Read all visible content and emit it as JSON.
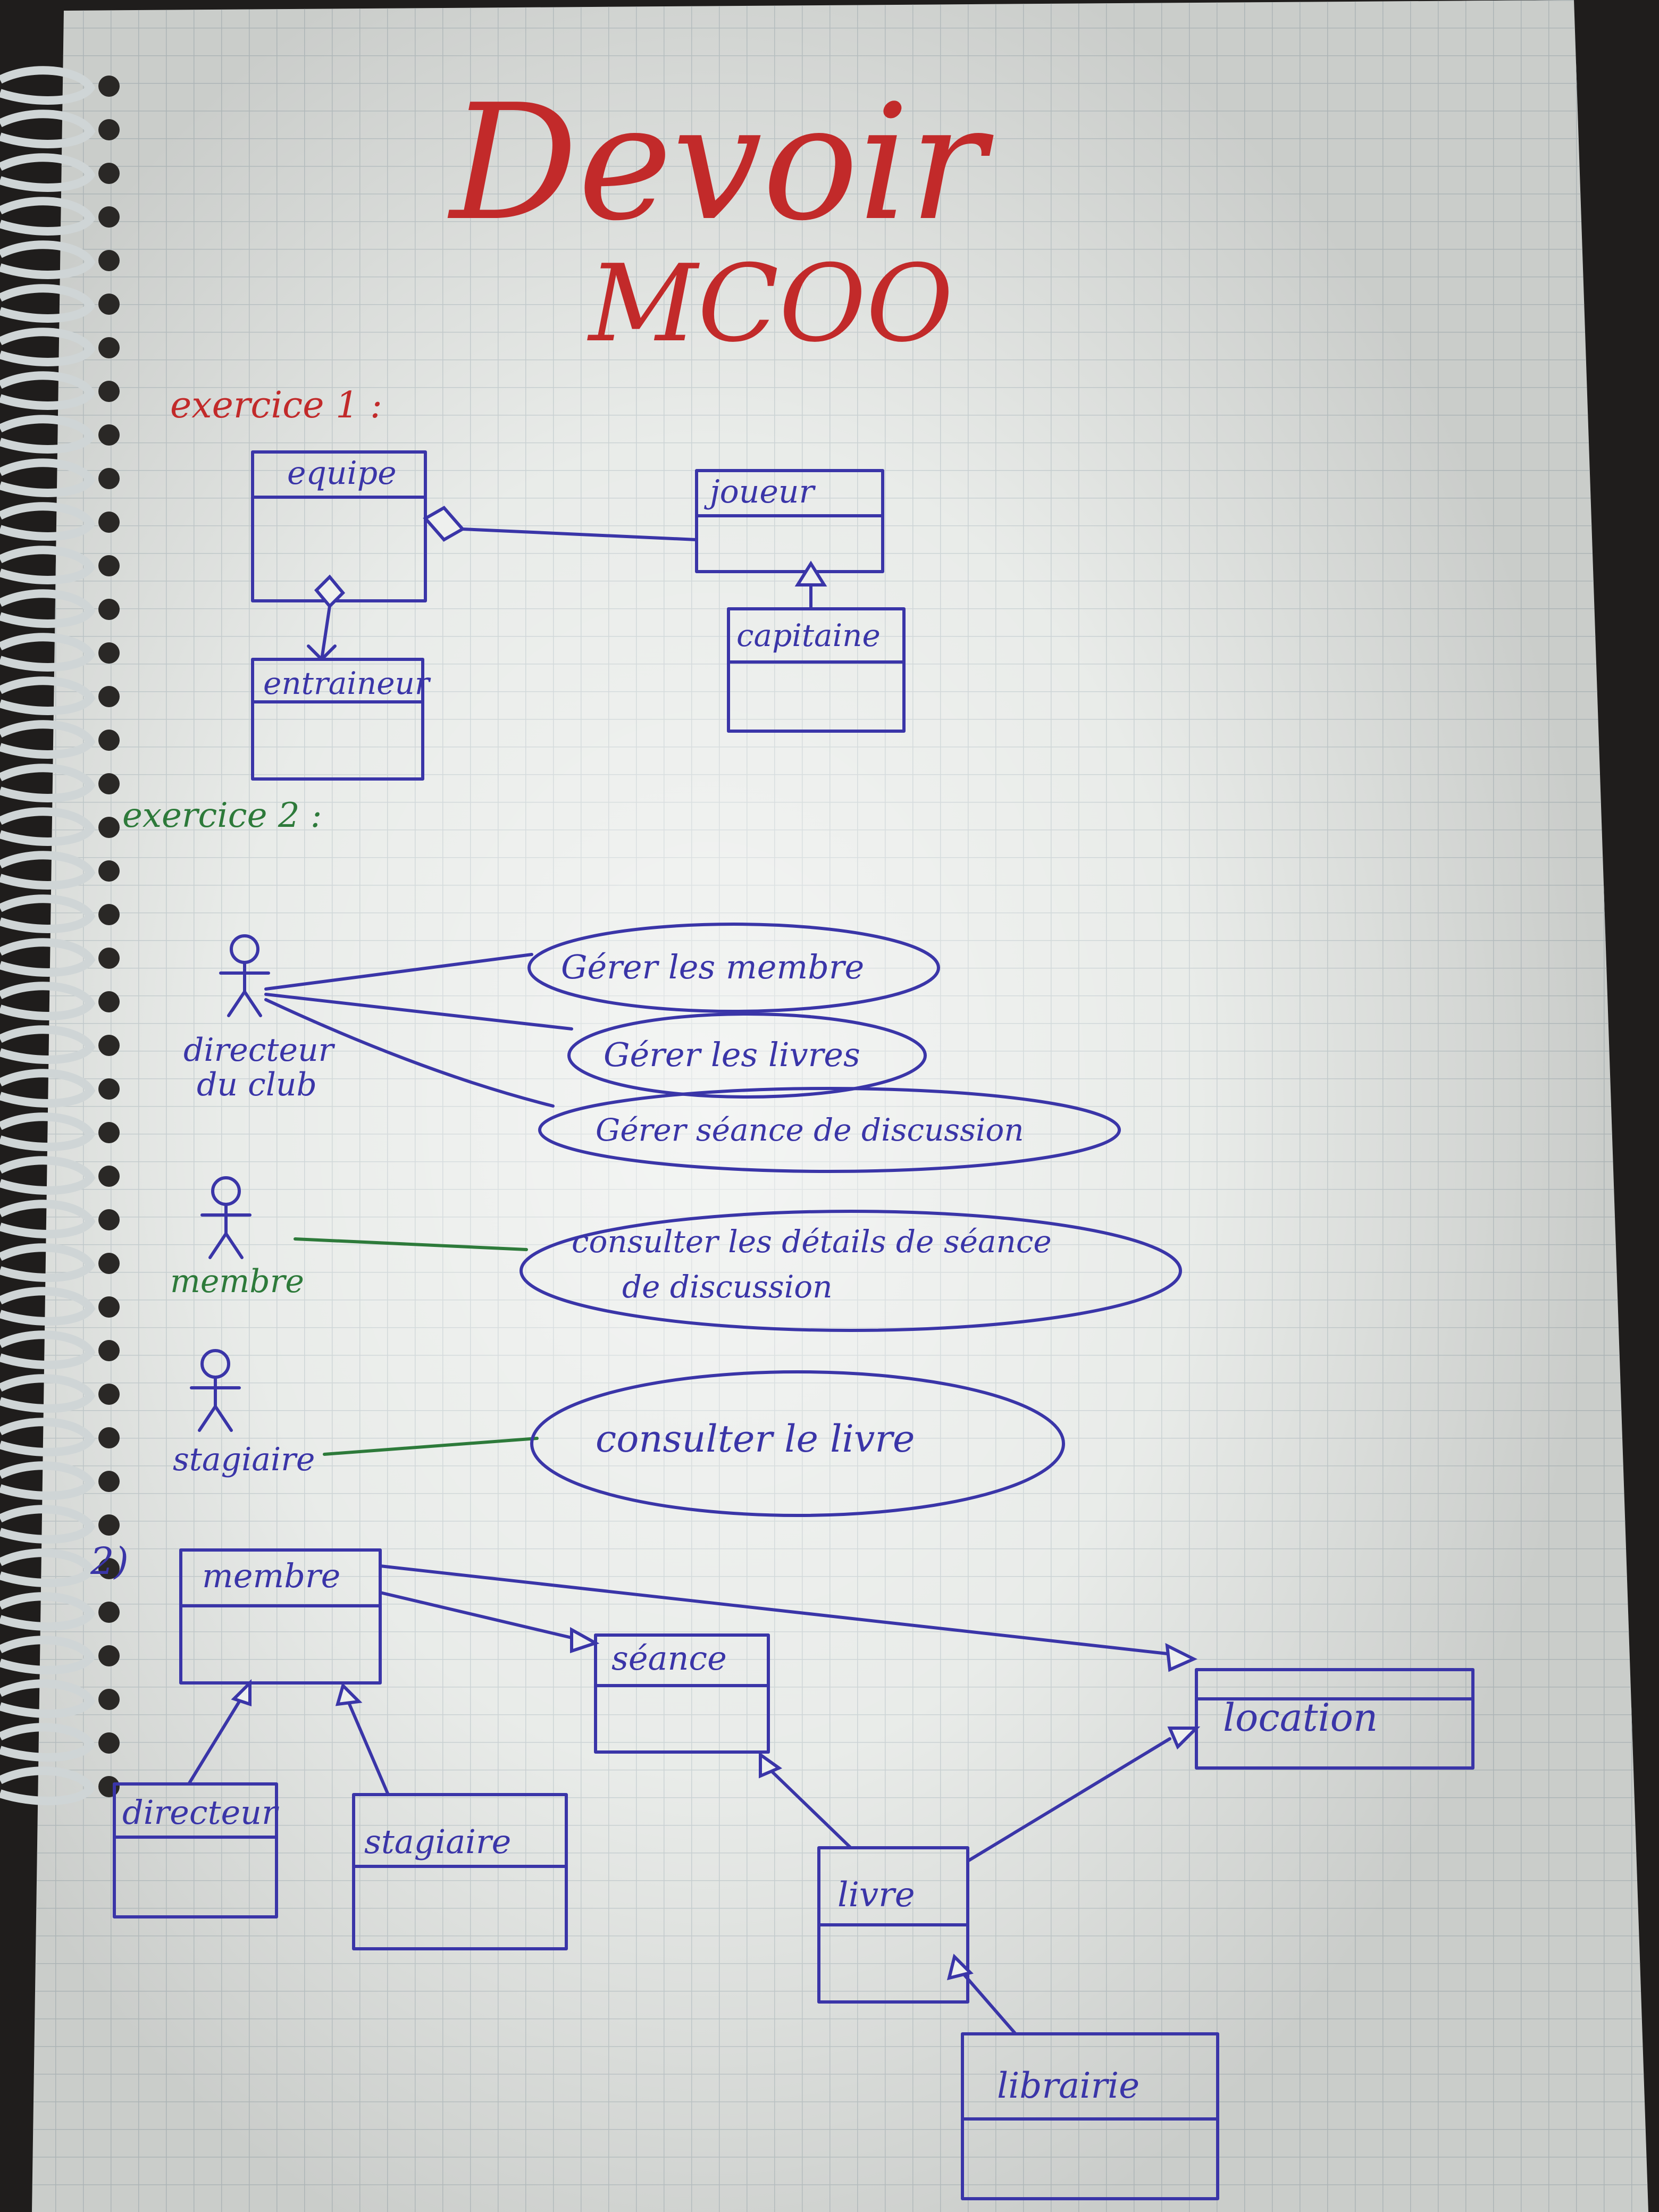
{
  "page": {
    "title_line1": "Devoir",
    "title_line2": "MCOO",
    "exercise1_label": "exercice 1 :",
    "exercise2_label": "exercice 2 :",
    "part2_label": "2)"
  },
  "exercise1_classes": {
    "equipe": "equipe",
    "joueur": "joueur",
    "entraineur": "entraineur",
    "capitaine": "capitaine"
  },
  "use_case": {
    "actor_directeur_line1": "directeur",
    "actor_directeur_line2": "du club",
    "actor_membre": "membre",
    "actor_stagiaire": "stagiaire",
    "uc_gerer_membres": "Gérer les membre",
    "uc_gerer_livres": "Gérer les livres",
    "uc_gerer_seance": "Gérer séance de discussion",
    "uc_consulter_details_line1": "consulter les détails de séance",
    "uc_consulter_details_line2": "de discussion",
    "uc_consulter_livre": "consulter le livre"
  },
  "class_diagram_2": {
    "membre": "membre",
    "seance": "séance",
    "location": "location",
    "directeur": "directeur",
    "stagiaire": "stagiaire",
    "livre": "livre",
    "librairie": "librairie"
  },
  "colors": {
    "ink_blue": "#3a35a8",
    "ink_red": "#c22a2a",
    "ink_green": "#2d7a3a",
    "paper": "#e9ece9",
    "grid": "#c4cdcf"
  }
}
